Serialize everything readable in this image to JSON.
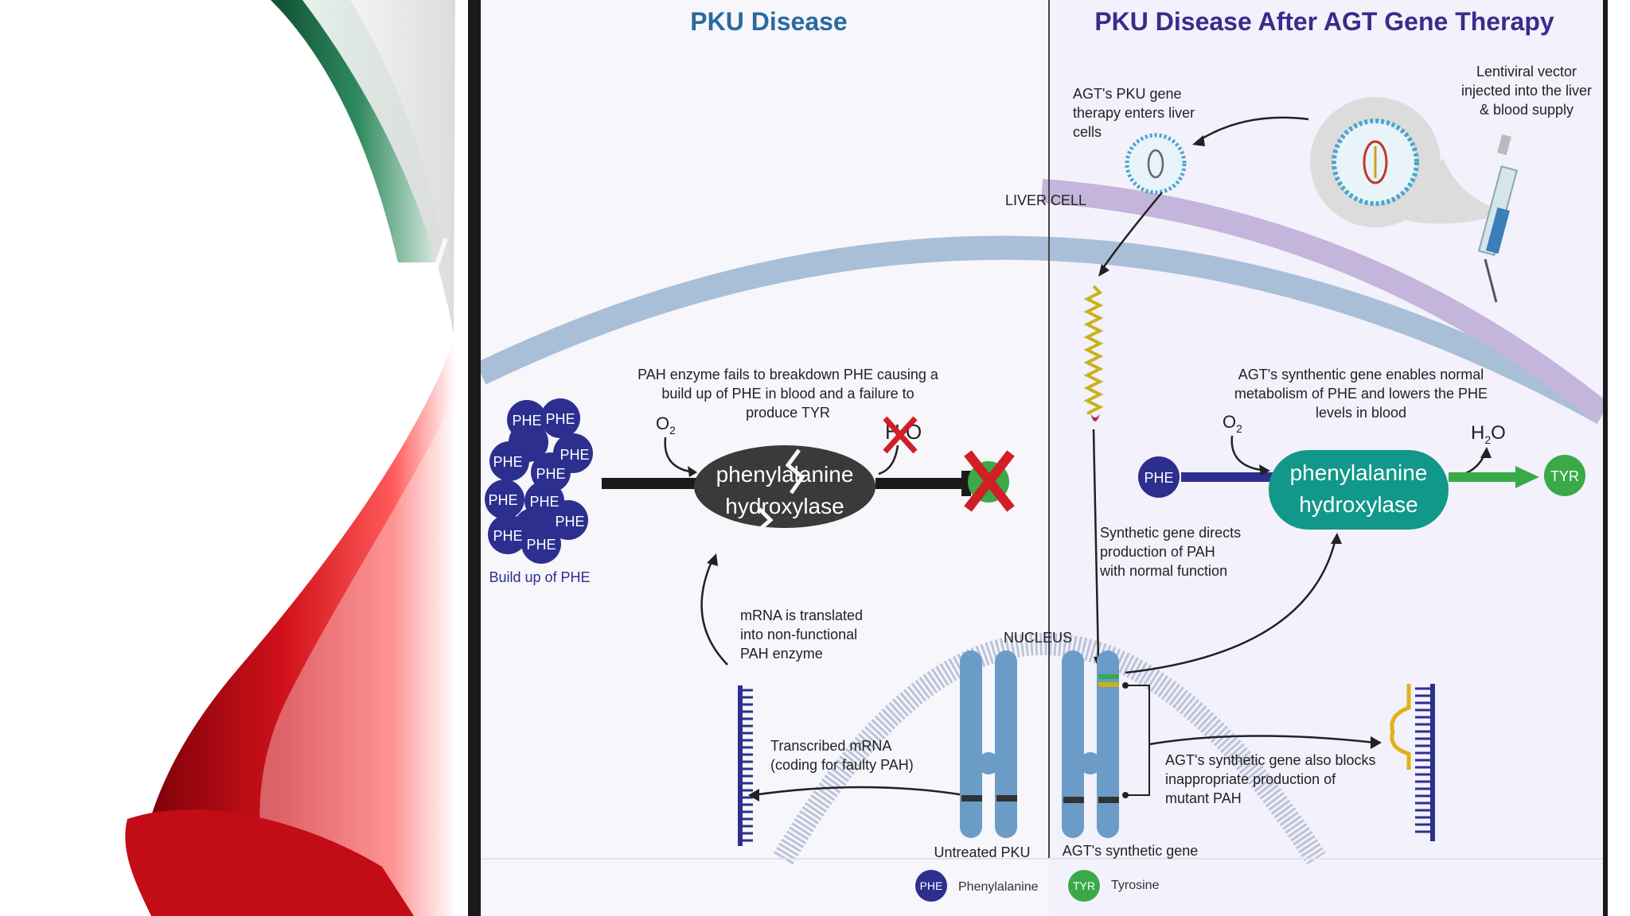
{
  "left_title": "PKU Disease",
  "right_title": "PKU Disease After AGT Gene Therapy",
  "liver_cell": "LIVER CELL",
  "nucleus": "NUCLEUS",
  "left": {
    "description": [
      "PAH enzyme fails to breakdown PHE causing a",
      "build up of PHE in blood and a failure to",
      "produce TYR"
    ],
    "o2": "O",
    "o2_sub": "2",
    "h2o": "H O",
    "enzyme": [
      "phenylalanine",
      "hydroxylase"
    ],
    "buildup_label": "Build up of PHE",
    "phe_label": "PHE",
    "mrna_translated": [
      "mRNA is translated",
      "into non-functional",
      "PAH enzyme"
    ],
    "transcribed": [
      "Transcribed mRNA",
      "(coding for faulty PAH)"
    ],
    "untreated": "Untreated PKU"
  },
  "right": {
    "gene_enters": [
      "AGT's PKU gene",
      "therapy  enters liver",
      "cells"
    ],
    "lentiviral": [
      "Lentiviral vector",
      "injected into the liver",
      "& blood supply"
    ],
    "description": [
      "AGT's synthentic gene enables normal",
      "metabolism of PHE and lowers the PHE",
      "levels in blood"
    ],
    "o2": "O",
    "o2_sub": "2",
    "h2o_h": "H",
    "h2o_sub": "2",
    "h2o_o": "O",
    "phe": "PHE",
    "tyr": "TYR",
    "enzyme": [
      "phenylalanine",
      "hydroxylase"
    ],
    "synthetic_directs": [
      "Synthetic gene directs",
      "production of PAH",
      "with normal function"
    ],
    "blocks": [
      "AGT's synthetic gene also blocks",
      "inappropriate production of",
      "mutant PAH"
    ],
    "synthetic_gene": "AGT's synthetic gene"
  },
  "legend": {
    "phe_badge": "PHE",
    "phe_label": "Phenylalanine",
    "tyr_badge": "TYR",
    "tyr_label": "Tyrosine"
  },
  "colors": {
    "title_left": "#2a6a9e",
    "title_right": "#3d2a8a",
    "phe": "#2d2f8f",
    "tyr": "#3aaa48",
    "enzyme_good": "#11988a",
    "enzyme_bad": "#3a3a3a",
    "cross": "#d11f25",
    "membrane_blue": "#a9bfd8",
    "membrane_purple": "#c4b5dc",
    "slide_red": "#d0111a"
  }
}
